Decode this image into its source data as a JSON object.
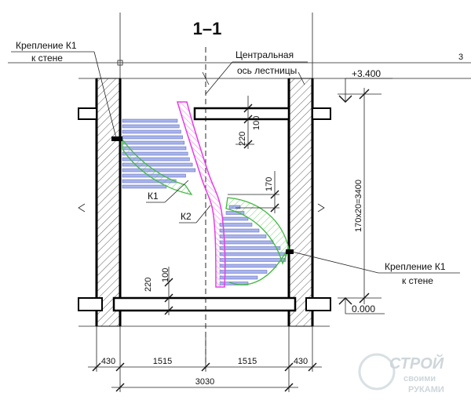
{
  "title": "1–1",
  "margin_mark": "3",
  "callouts": {
    "mount_left": [
      "Крепление К1",
      "к стене"
    ],
    "axis": [
      "Центральная",
      "ось лестницы"
    ],
    "mount_right": [
      "Крепление К1",
      "к стене"
    ],
    "k1": "К1",
    "k2": "К2"
  },
  "levels": {
    "top": "+3.400",
    "bottom": "0.000"
  },
  "dimensions": {
    "height_total": "170x20=3400",
    "slab_top": "100",
    "gap_top": "220",
    "step": "170",
    "slab_bottom": "100",
    "gap_bottom": "220",
    "wall_left": "430",
    "half_left": "1515",
    "half_right": "1515",
    "wall_right": "430",
    "total_width": "3030"
  },
  "watermark": {
    "brand": "СТРОЙ",
    "line1": "своими",
    "line2": "РУКАМИ"
  },
  "colors": {
    "tread_fill": "#a8b4ee",
    "stringer_outer": "#43b843",
    "stringer_inner": "#e63ee6",
    "line": "#111111"
  }
}
